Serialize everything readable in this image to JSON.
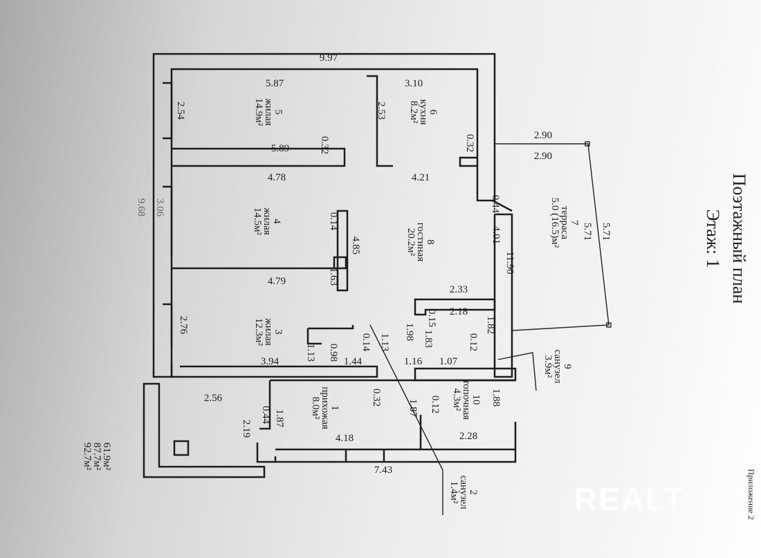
{
  "title": "Поэтажный план",
  "floor": "Этаж: 1",
  "appendix": "Приложение 2",
  "watermark": "REALT",
  "totals": [
    "61.9м²",
    "87.7м²",
    "92.7м²"
  ],
  "rooms": [
    {
      "num": "1",
      "name": "прихожая",
      "area": "8.0м²"
    },
    {
      "num": "2",
      "name": "санузел",
      "area": "1.4м²"
    },
    {
      "num": "3",
      "name": "жилая",
      "area": "12.3м²"
    },
    {
      "num": "4",
      "name": "жилая",
      "area": "14.5м²"
    },
    {
      "num": "5",
      "name": "жилая",
      "area": "14.9м²"
    },
    {
      "num": "6",
      "name": "кухня",
      "area": "8.2м²"
    },
    {
      "num": "7",
      "name": "терраса",
      "area": "5.0 (16.5)м²"
    },
    {
      "num": "8",
      "name": "гостиная",
      "area": "20.2м²"
    },
    {
      "num": "9",
      "name": "санузел",
      "area": "3.9м²"
    },
    {
      "num": "10",
      "name": "топочная",
      "area": "4.3м²"
    }
  ],
  "dims": {
    "h": [
      "9.97",
      "5.87",
      "3.10",
      "2.90",
      "2.90",
      "5.89",
      "4.78",
      "4.21",
      "4.79",
      "2.33",
      "2.18",
      "3.94",
      "1.44",
      "1.16",
      "1.07",
      "2.56",
      "4.18",
      "7.43",
      "2.28"
    ],
    "v": [
      "2.54",
      "2.53",
      "0.32",
      "0.32",
      "9.68",
      "3.06",
      "0.14",
      "4.85",
      "0.44",
      "4.01",
      "11.90",
      "5.71",
      "5.71",
      "1.63",
      "2.76",
      "1.13",
      "0.98",
      "0.14",
      "1.13",
      "1.98",
      "0.15",
      "1.83",
      "0.12",
      "1.82",
      "0.32",
      "1.87",
      "0.44",
      "2.19",
      "1.87",
      "0.12",
      "1.88"
    ]
  }
}
